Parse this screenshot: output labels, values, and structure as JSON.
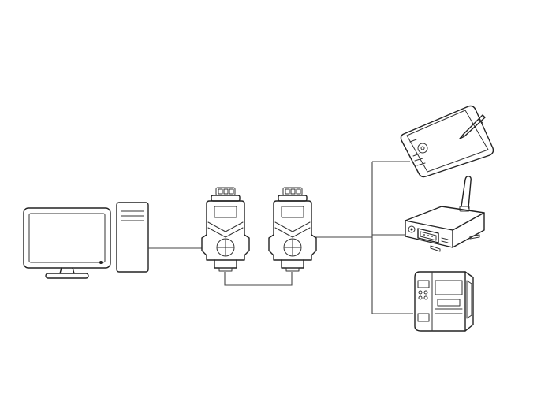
{
  "diagram": {
    "type": "serial connection topology",
    "nodes": [
      {
        "id": "pc",
        "icon": "desktop-computer-icon"
      },
      {
        "id": "converter-1",
        "icon": "db9-serial-converter-icon"
      },
      {
        "id": "converter-2",
        "icon": "db9-serial-converter-icon"
      },
      {
        "id": "tablet",
        "icon": "drawing-tablet-icon"
      },
      {
        "id": "modem",
        "icon": "wireless-modem-icon"
      },
      {
        "id": "printer",
        "icon": "label-printer-icon"
      }
    ],
    "edges": [
      {
        "from": "pc",
        "to": "converter-1"
      },
      {
        "from": "converter-1",
        "to": "converter-2"
      },
      {
        "from": "converter-2",
        "to": "tablet"
      },
      {
        "from": "converter-2",
        "to": "modem"
      },
      {
        "from": "converter-2",
        "to": "printer"
      }
    ],
    "colors": {
      "stroke": "#222222",
      "background": "#ffffff"
    }
  }
}
